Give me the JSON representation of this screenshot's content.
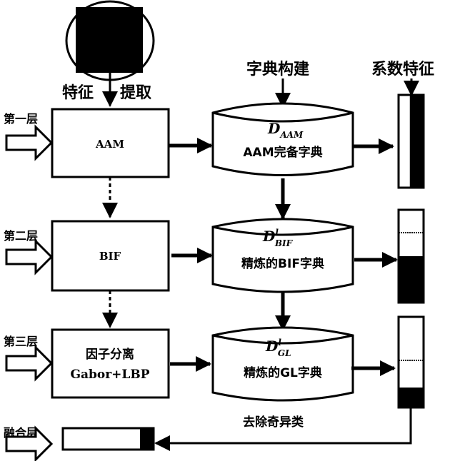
{
  "diagram": {
    "top_labels": {
      "feature_extraction_left": "特征",
      "feature_extraction_right": "提取",
      "dictionary_construction": "字典构建",
      "coefficient_features": "系数特征"
    },
    "layers": [
      {
        "name": "第一层",
        "extractor": [
          "AAM"
        ],
        "dictionary_symbol": "D",
        "dictionary_sub": "AAM",
        "dictionary_sup": "",
        "dictionary_label": "AAM完备字典",
        "coefficient_fill": 0.55,
        "coefficient_fill_side": "right"
      },
      {
        "name": "第二层",
        "extractor": [
          "BIF"
        ],
        "dictionary_symbol": "D",
        "dictionary_sub": "BIF",
        "dictionary_sup": "l",
        "dictionary_label": "精炼的BIF字典",
        "coefficient_fill": 0.5,
        "coefficient_fill_side": "bottom"
      },
      {
        "name": "第三层",
        "extractor": [
          "因子分离",
          "Gabor+LBP"
        ],
        "dictionary_symbol": "D",
        "dictionary_sub": "GL",
        "dictionary_sup": "l",
        "dictionary_label": "精炼的GL字典",
        "coefficient_fill": 0.22,
        "coefficient_fill_side": "bottom"
      }
    ],
    "fusion": {
      "name": "融合层",
      "remove_label": "去除奇异类",
      "fused_fill": 0.15
    },
    "colors": {
      "stroke": "#000000",
      "background": "#ffffff"
    }
  }
}
